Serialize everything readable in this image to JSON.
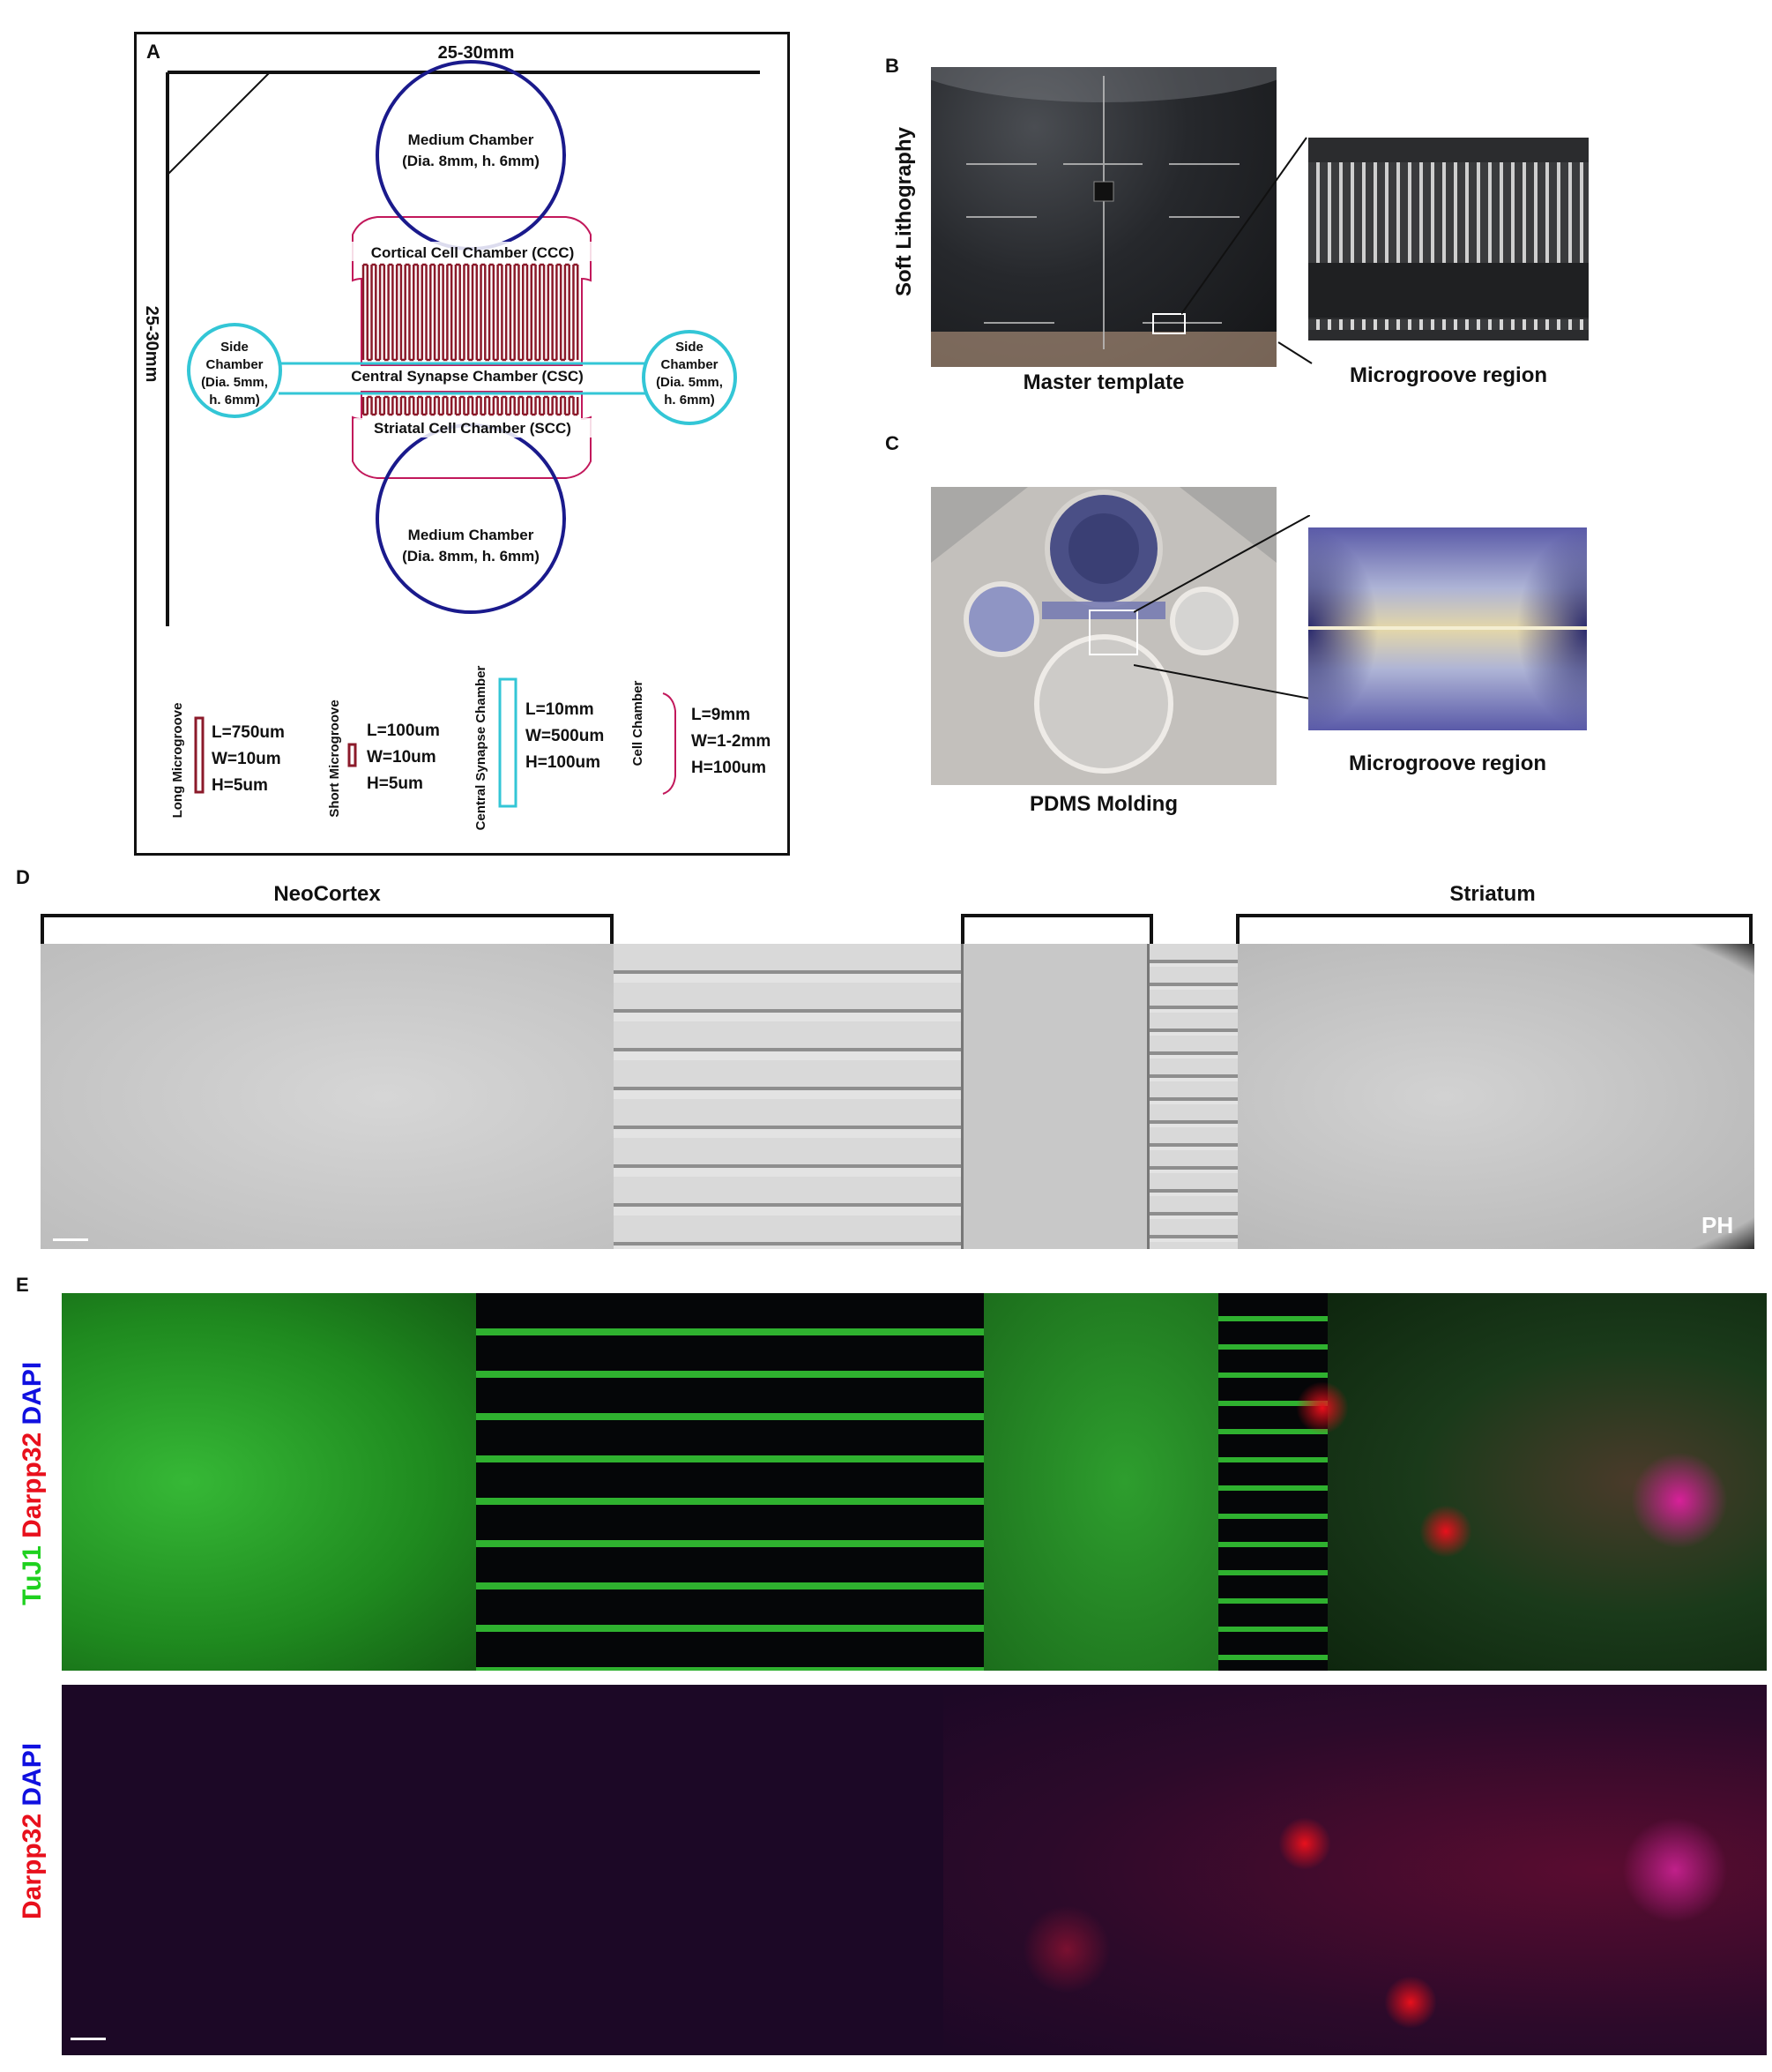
{
  "panels": {
    "a": {
      "letter": "A"
    },
    "b": {
      "letter": "B"
    },
    "c": {
      "letter": "C"
    },
    "d": {
      "letter": "D"
    },
    "e": {
      "letter": "E"
    }
  },
  "diagram": {
    "width_label": "25-30mm",
    "height_label": "25-30mm",
    "medium_top": {
      "line1": "Medium Chamber",
      "line2": "(Dia. 8mm, h. 6mm)"
    },
    "medium_bottom": {
      "line1": "Medium Chamber",
      "line2": "(Dia. 8mm, h. 6mm)"
    },
    "ccc_label": "Cortical Cell Chamber (CCC)",
    "csc_label": "Central Synapse Chamber (CSC)",
    "scc_label": "Striatal Cell Chamber (SCC)",
    "side_left": {
      "line1": "Side",
      "line2": "Chamber",
      "line3": "(Dia. 5mm,",
      "line4": "h. 6mm)"
    },
    "side_right": {
      "line1": "Side",
      "line2": "Chamber",
      "line3": "(Dia. 5mm,",
      "line4": "h. 6mm)"
    },
    "colors": {
      "medium": "#1a1a8c",
      "side": "#33c6d6",
      "groove": "#8b1a2a",
      "cell": "#c2185b"
    }
  },
  "legend": {
    "long": {
      "name": "Long Microgroove",
      "l": "L=750um",
      "w": "W=10um",
      "h": "H=5um"
    },
    "short": {
      "name": "Short Microgroove",
      "l": "L=100um",
      "w": "W=10um",
      "h": "H=5um"
    },
    "csc": {
      "name": "Central Synapse Chamber",
      "l": "L=10mm",
      "w": "W=500um",
      "h": "H=100um"
    },
    "cell": {
      "name": "Cell Chamber",
      "l": "L=9mm",
      "w": "W=1-2mm",
      "h": "H=100um"
    }
  },
  "panel_b": {
    "side_label": "Soft Lithography",
    "caption_left": "Master template",
    "caption_right": "Microgroove region"
  },
  "panel_c": {
    "caption_left": "PDMS Molding",
    "caption_right": "Microgroove region"
  },
  "panel_d": {
    "label_left": "NeoCortex",
    "label_right": "Striatum",
    "corner": "PH"
  },
  "panel_e": {
    "top_label": {
      "tuj1": "TuJ1",
      "darpp": "Darpp32",
      "dapi": "DAPI"
    },
    "bottom_label": {
      "darpp": "Darpp32",
      "dapi": "DAPI"
    },
    "colors": {
      "tuj1": "#1fd11f",
      "darpp": "#e8101c",
      "dapi": "#1010e0"
    }
  }
}
